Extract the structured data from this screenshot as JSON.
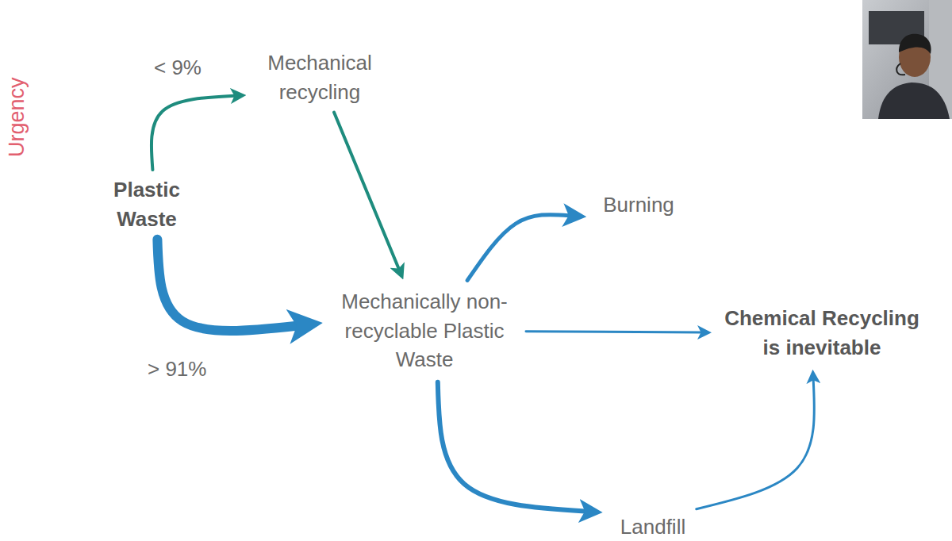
{
  "diagram": {
    "nodes": [
      {
        "text": [
          "Plastic Waste"
        ]
      },
      {
        "text": [
          "Mechanical recycling"
        ]
      },
      {
        "text": [
          "Mechanically non-recyclable Plastic Waste"
        ]
      },
      {
        "text": [
          "Burning"
        ]
      },
      {
        "text": [
          "Chemical Recycling is inevitable"
        ]
      },
      {
        "text": [
          "Landfill"
        ]
      }
    ],
    "edges": [
      {
        "from": 0,
        "to": 1,
        "arrow": "to",
        "label": "< 9%"
      },
      {
        "from": 0,
        "to": 2,
        "arrow": "to",
        "label": "> 91%"
      },
      {
        "from": 1,
        "to": 2,
        "arrow": "to"
      },
      {
        "from": 2,
        "to": 3,
        "arrow": "to"
      },
      {
        "from": 2,
        "to": 4,
        "arrow": "to"
      },
      {
        "from": 2,
        "to": 5,
        "arrow": "to"
      },
      {
        "from": 5,
        "to": 4,
        "arrow": "to"
      }
    ],
    "labels": [
      "Urgency"
    ]
  }
}
